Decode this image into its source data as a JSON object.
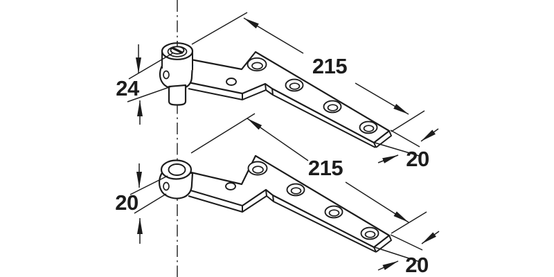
{
  "drawing": {
    "subject": "pivot hinge pair technical drawing",
    "background": "#ffffff",
    "line_color": "#1c1c1c",
    "dims": {
      "top_knuckle_height": "24",
      "top_strap_length": "215",
      "top_strap_width": "20",
      "bottom_knuckle_height": "20",
      "bottom_strap_length": "215",
      "bottom_strap_width": "20"
    }
  }
}
